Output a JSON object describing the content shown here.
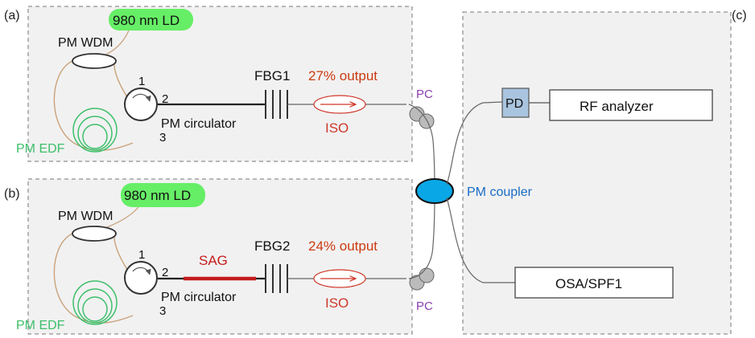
{
  "panels": {
    "a": {
      "tag": "(a)",
      "ld": "980 nm LD",
      "wdm": "PM WDM",
      "edf": "PM EDF",
      "port1": "1",
      "port2": "2",
      "port3": "3",
      "circulator": "PM circulator",
      "fbg": "FBG1",
      "output": "27% output",
      "iso": "ISO",
      "pc": "PC"
    },
    "b": {
      "tag": "(b)",
      "ld": "980 nm LD",
      "wdm": "PM WDM",
      "edf": "PM EDF",
      "port1": "1",
      "port2": "2",
      "port3": "3",
      "circulator": "PM circulator",
      "sag": "SAG",
      "fbg": "FBG2",
      "output": "24% output",
      "iso": "ISO",
      "pc": "PC"
    },
    "c": {
      "tag": "(c)",
      "pd": "PD",
      "rf": "RF analyzer",
      "osa": "OSA/SPF1"
    }
  },
  "coupler": "PM coupler",
  "colors": {
    "ld_fill": "#66ee66",
    "edf": "#3dbf6a",
    "loop": "#c9a27a",
    "iso": "#d0382a",
    "output": "#cc3a10",
    "sag": "#c41c1c",
    "pc_label": "#8a3fb0",
    "coupler_fill": "#0aa7e6",
    "coupler_label": "#1a6bc4",
    "pd_fill": "#a9c4de",
    "panel_fill": "#f1f1f1"
  }
}
